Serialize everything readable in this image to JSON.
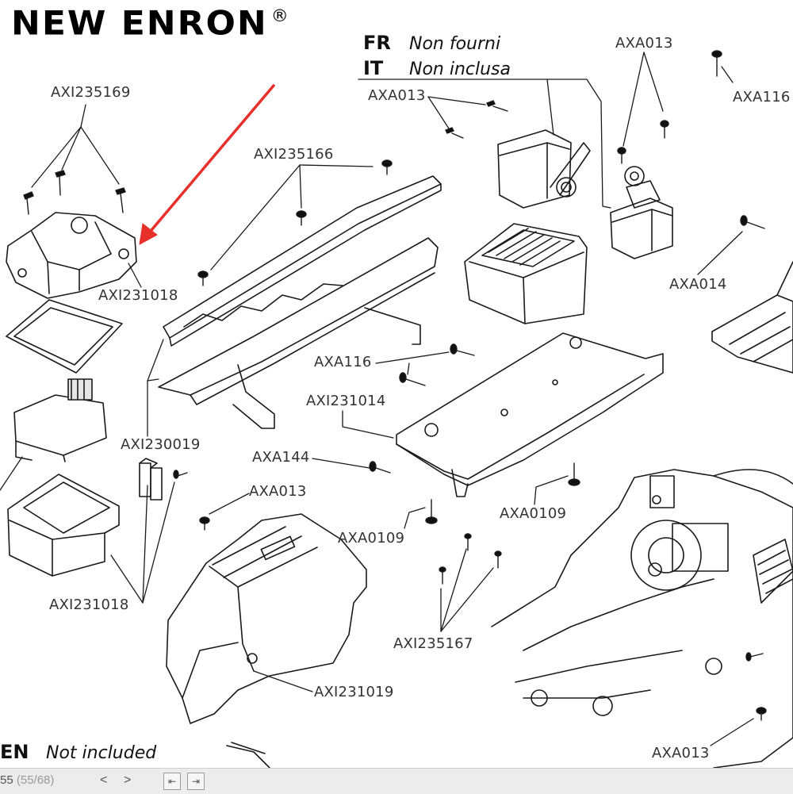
{
  "brand": {
    "name": "NEW ENRON",
    "mark": "®"
  },
  "languages": {
    "fr": {
      "code": "FR",
      "text": "Non fourni"
    },
    "it": {
      "code": "IT",
      "text": "Non inclusa"
    },
    "en": {
      "code": "EN",
      "text": "Not included"
    }
  },
  "labels": {
    "axi235169": "AXI235169",
    "axi231018_top": "AXI231018",
    "axi235166": "AXI235166",
    "axi230019": "AXI230019",
    "axi231018_bottom": "AXI231018",
    "axa013_top": "AXA013",
    "axa013_center": "AXA013",
    "axa013_servo": "AXA013",
    "axa013_bottom": "AXA013",
    "axa116_right": "AXA116",
    "axa116_center": "AXA116",
    "axa014": "AXA014",
    "axi231014": "AXI231014",
    "axa144": "AXA144",
    "axa0109_right": "AXA0109",
    "axa0109_left": "AXA0109",
    "axi235167": "AXI235167",
    "axi231019": "AXI231019"
  },
  "viewer": {
    "page_current": "55",
    "page_total": "(55/68)",
    "prev": "<",
    "next": ">"
  },
  "colors": {
    "arrow": "#e8302a",
    "line": "#1a1a1a"
  }
}
